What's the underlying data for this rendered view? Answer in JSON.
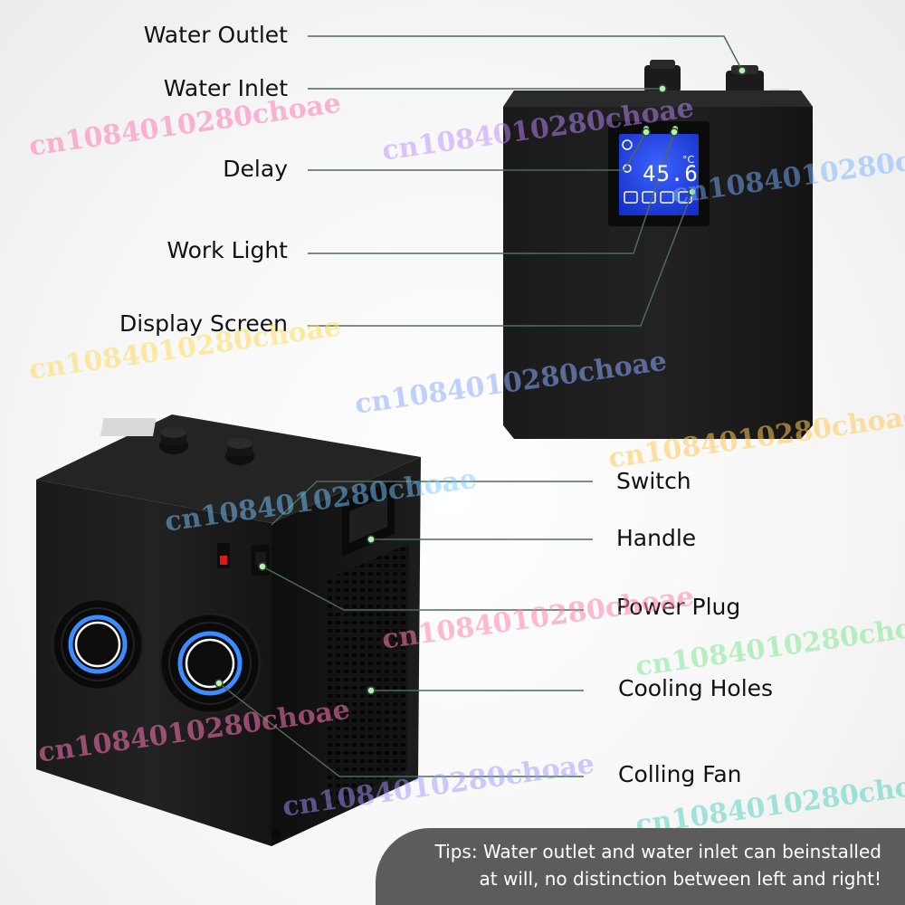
{
  "labels": {
    "water_outlet": "Water Outlet",
    "water_inlet": "Water Inlet",
    "delay": "Delay",
    "work_light": "Work Light",
    "display_screen": "Display Screen",
    "switch": "Switch",
    "handle": "Handle",
    "power_plug": "Power Plug",
    "cooling_holes": "Cooling Holes",
    "colling_fan": "Colling Fan"
  },
  "display": {
    "reading": "45.6",
    "unit": "°C"
  },
  "watermark": "cn1084010280choae",
  "tips": {
    "line1": "Tips: Water outlet and water inlet can beinstalled",
    "line2": "at will, no distinction between left and right!"
  },
  "colors": {
    "leader_line": "#4f6b55",
    "lcd_blue": "#2a4bff",
    "fan_glow": "#3a8cff",
    "body": "#161616",
    "tips_bg": "#5c5c5c"
  }
}
